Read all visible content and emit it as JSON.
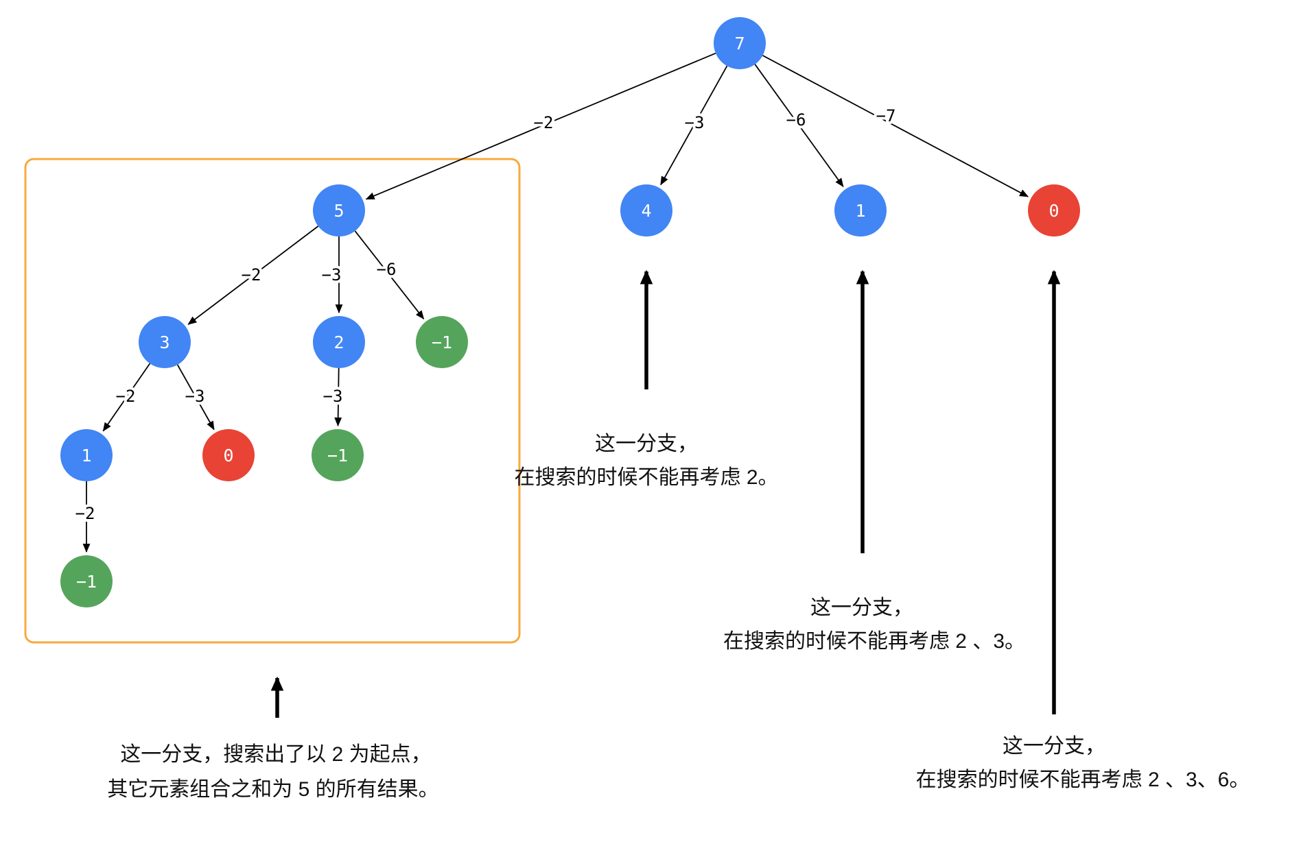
{
  "colors": {
    "blue": "#4285F4",
    "red": "#E84335",
    "green": "#55A45C",
    "orange": "#F8A93D",
    "ink": "#000000"
  },
  "tree": {
    "nodes": [
      {
        "label": "7",
        "color": "blue"
      },
      {
        "label": "5",
        "color": "blue"
      },
      {
        "label": "4",
        "color": "blue"
      },
      {
        "label": "1",
        "color": "blue"
      },
      {
        "label": "0",
        "color": "red"
      },
      {
        "label": "3",
        "color": "blue"
      },
      {
        "label": "2",
        "color": "blue"
      },
      {
        "label": "−1",
        "color": "green"
      },
      {
        "label": "1",
        "color": "blue"
      },
      {
        "label": "0",
        "color": "red"
      },
      {
        "label": "−1",
        "color": "green"
      },
      {
        "label": "−1",
        "color": "green"
      }
    ],
    "edges": [
      {
        "label": "−2"
      },
      {
        "label": "−3"
      },
      {
        "label": "−6"
      },
      {
        "label": "−7"
      },
      {
        "label": "−2"
      },
      {
        "label": "−3"
      },
      {
        "label": "−6"
      },
      {
        "label": "−2"
      },
      {
        "label": "−3"
      },
      {
        "label": "−3"
      },
      {
        "label": "−2"
      }
    ]
  },
  "annotations": {
    "box_caption": {
      "line1": "这一分支，搜索出了以 2 为起点，",
      "line2": "其它元素组合之和为 5 的所有结果。"
    },
    "branch_4": {
      "line1": "这一分支，",
      "line2": "在搜索的时候不能再考虑 2。"
    },
    "branch_1": {
      "line1": "这一分支，",
      "line2": "在搜索的时候不能再考虑 2 、3。"
    },
    "branch_0": {
      "line1": "这一分支，",
      "line2": "在搜索的时候不能再考虑 2 、3、6。"
    }
  }
}
